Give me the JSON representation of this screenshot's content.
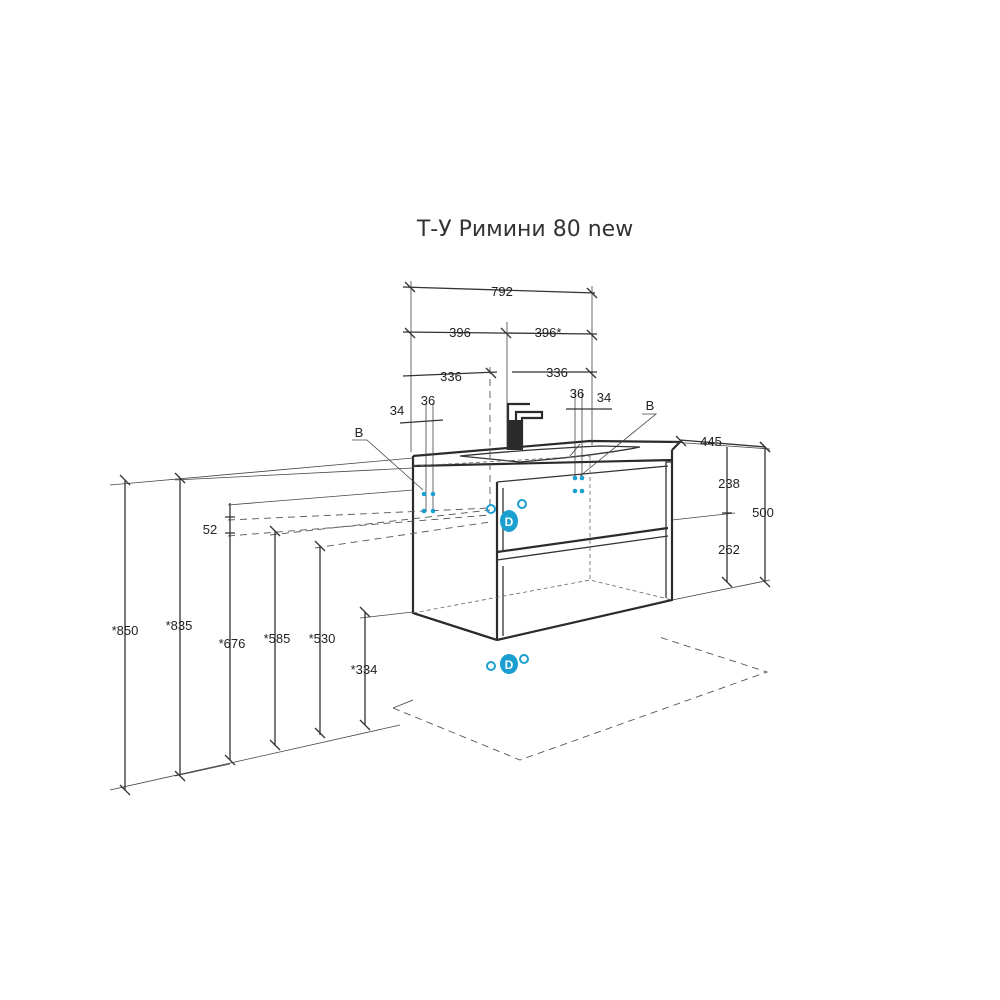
{
  "title": "Т-У Римини 80 new",
  "top_dimensions": {
    "overall_width": "792",
    "left_half": "396",
    "right_half": "396*",
    "left_offset": "336",
    "right_offset": "336",
    "left_34": "34",
    "left_36": "36",
    "right_36": "36",
    "right_34": "34"
  },
  "markers": {
    "left_b": "B",
    "right_b": "B",
    "drain_d": "D"
  },
  "side_dimensions": {
    "depth": "445",
    "upper_height": "238",
    "total_height": "500",
    "lower_height": "262"
  },
  "left_dimensions": {
    "gap": "52",
    "h850": "*850",
    "h835": "*835",
    "h676": "*676",
    "h585": "*585",
    "h530": "*530",
    "h334": "*334"
  },
  "colors": {
    "outline": "#2b2b2b",
    "connection": "#1a9fd0"
  }
}
